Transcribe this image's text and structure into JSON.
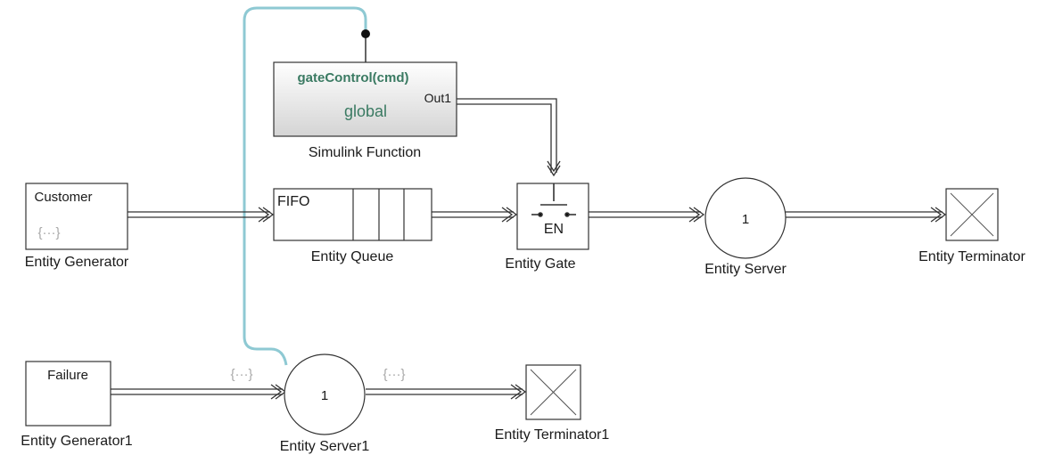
{
  "diagram": {
    "function_block": {
      "signature": "gateControl(cmd)",
      "scope": "global",
      "output_port": "Out1",
      "label": "Simulink Function"
    },
    "entity_generator": {
      "inner": "Customer",
      "label": "Entity Generator"
    },
    "entity_queue": {
      "inner": "FIFO",
      "label": "Entity Queue"
    },
    "entity_gate": {
      "inner": "EN",
      "label": "Entity Gate"
    },
    "entity_server": {
      "inner": "1",
      "label": "Entity Server"
    },
    "entity_terminator": {
      "label": "Entity Terminator"
    },
    "entity_generator1": {
      "inner": "Failure",
      "label": "Entity Generator1"
    },
    "entity_server1": {
      "inner": "1",
      "label": "Entity Server1"
    },
    "entity_terminator1": {
      "label": "Entity Terminator1"
    },
    "brace_glyph": "{···}"
  },
  "colors": {
    "function_text": "#3a7a62",
    "function_line": "#8ec9d3",
    "wire": "#333333"
  }
}
